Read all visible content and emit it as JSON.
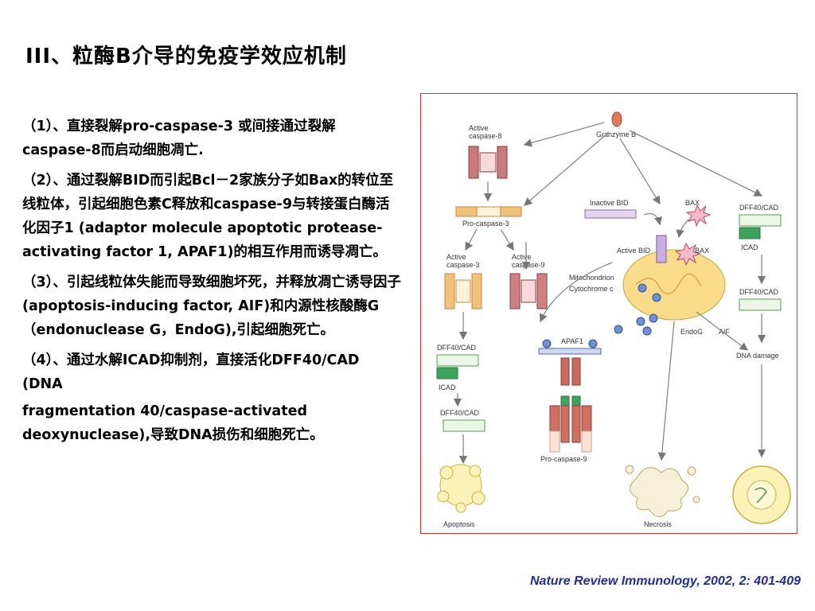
{
  "slide": {
    "title": "III、粒酶B介导的免疫学效应机制",
    "paragraphs": [
      "（1）、直接裂解pro-caspase-3 或间接通过裂解caspase-8而启动细胞凋亡.",
      "（2）、通过裂解BID而引起Bcl－2家族分子如Bax的转位至线粒体，引起细胞色素C释放和caspase-9与转接蛋白酶活化因子1 (adaptor molecule apoptotic protease-activating factor 1, APAF1)的相互作用而诱导凋亡。",
      "（3）、引起线粒体失能而导致细胞坏死，并释放凋亡诱导因子(apoptosis-inducing factor, AIF)和内源性核酸酶G（endonuclease G，EndoG),引起细胞死亡。",
      "（4）、通过水解ICAD抑制剂，直接活化DFF40/CAD (DNA",
      "fragmentation 40/caspase-activated deoxynuclease),导致DNA损伤和细胞死亡。"
    ],
    "citation": "Nature Review Immunology, 2002, 2: 401-409"
  },
  "figure": {
    "labels": {
      "granzyme_b": "Granzyme B",
      "active_caspase8": "Active caspase-8",
      "active_caspase8_l1": "Active",
      "active_caspase8_l2": "caspase-8",
      "pro_caspase3": "Pro-caspase-3",
      "active_caspase3_l1": "Active",
      "active_caspase3_l2": "caspase-3",
      "active_caspase9_l1": "Active",
      "active_caspase9_l2": "caspase-9",
      "inactive_bid": "Inactive BID",
      "bax_top": "BAX",
      "active_bid": "Active BID",
      "bax_mito": "BAX",
      "mitochondrion": "Mitochondrion",
      "cytochrome": "Cytochrome c",
      "endog": "EndoG",
      "aif": "AIF",
      "apaf1": "APAF1",
      "dff_left_1": "DFF40/CAD",
      "icad_left": "ICAD",
      "dff_left_2": "DFF40/CAD",
      "dff_right_1": "DFF40/CAD",
      "icad_right": "ICAD",
      "dff_right_2": "DFF40/CAD",
      "dna_damage": "DNA damage",
      "pro_caspase9": "Pro-caspase-9",
      "apoptosis": "Apoptosis",
      "necrosis": "Necrosis"
    }
  }
}
